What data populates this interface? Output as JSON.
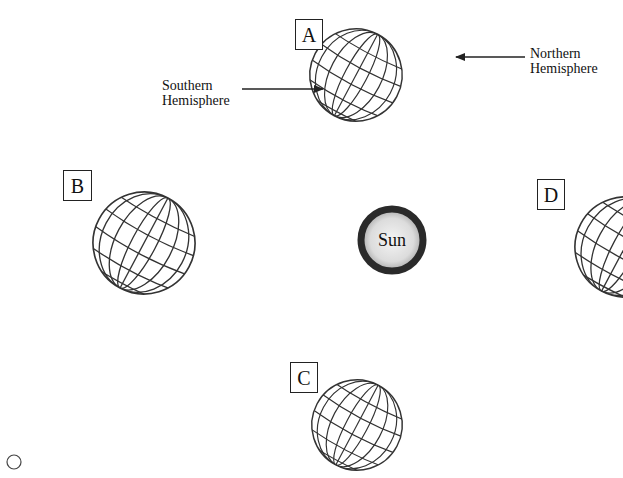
{
  "diagram": {
    "nodes": [
      {
        "text": [
          "A"
        ]
      },
      {
        "text": [
          "B"
        ]
      },
      {
        "text": [
          "Sun"
        ]
      },
      {
        "text": [
          "D"
        ]
      },
      {
        "text": [
          "C"
        ]
      }
    ],
    "labels": [
      "Southern Hemisphere",
      "Northern Hemisphere"
    ]
  }
}
